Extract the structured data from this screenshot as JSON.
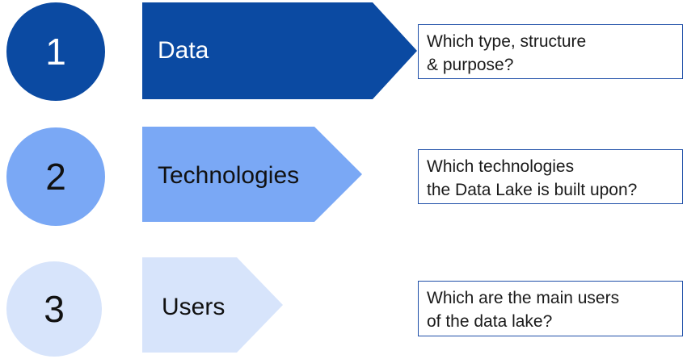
{
  "colors": {
    "step1": "#0b4aa2",
    "step2": "#7aa8f5",
    "step3": "#d7e4fb",
    "box_border": "#1f4fa8"
  },
  "steps": [
    {
      "number": "1",
      "label": "Data",
      "question_lines": [
        "Which type, structure",
        "& purpose?"
      ]
    },
    {
      "number": "2",
      "label": "Technologies",
      "question_lines": [
        "Which technologies",
        "the Data Lake is built upon?"
      ]
    },
    {
      "number": "3",
      "label": "Users",
      "question_lines": [
        "Which are the main users",
        "of the data lake?"
      ]
    }
  ]
}
